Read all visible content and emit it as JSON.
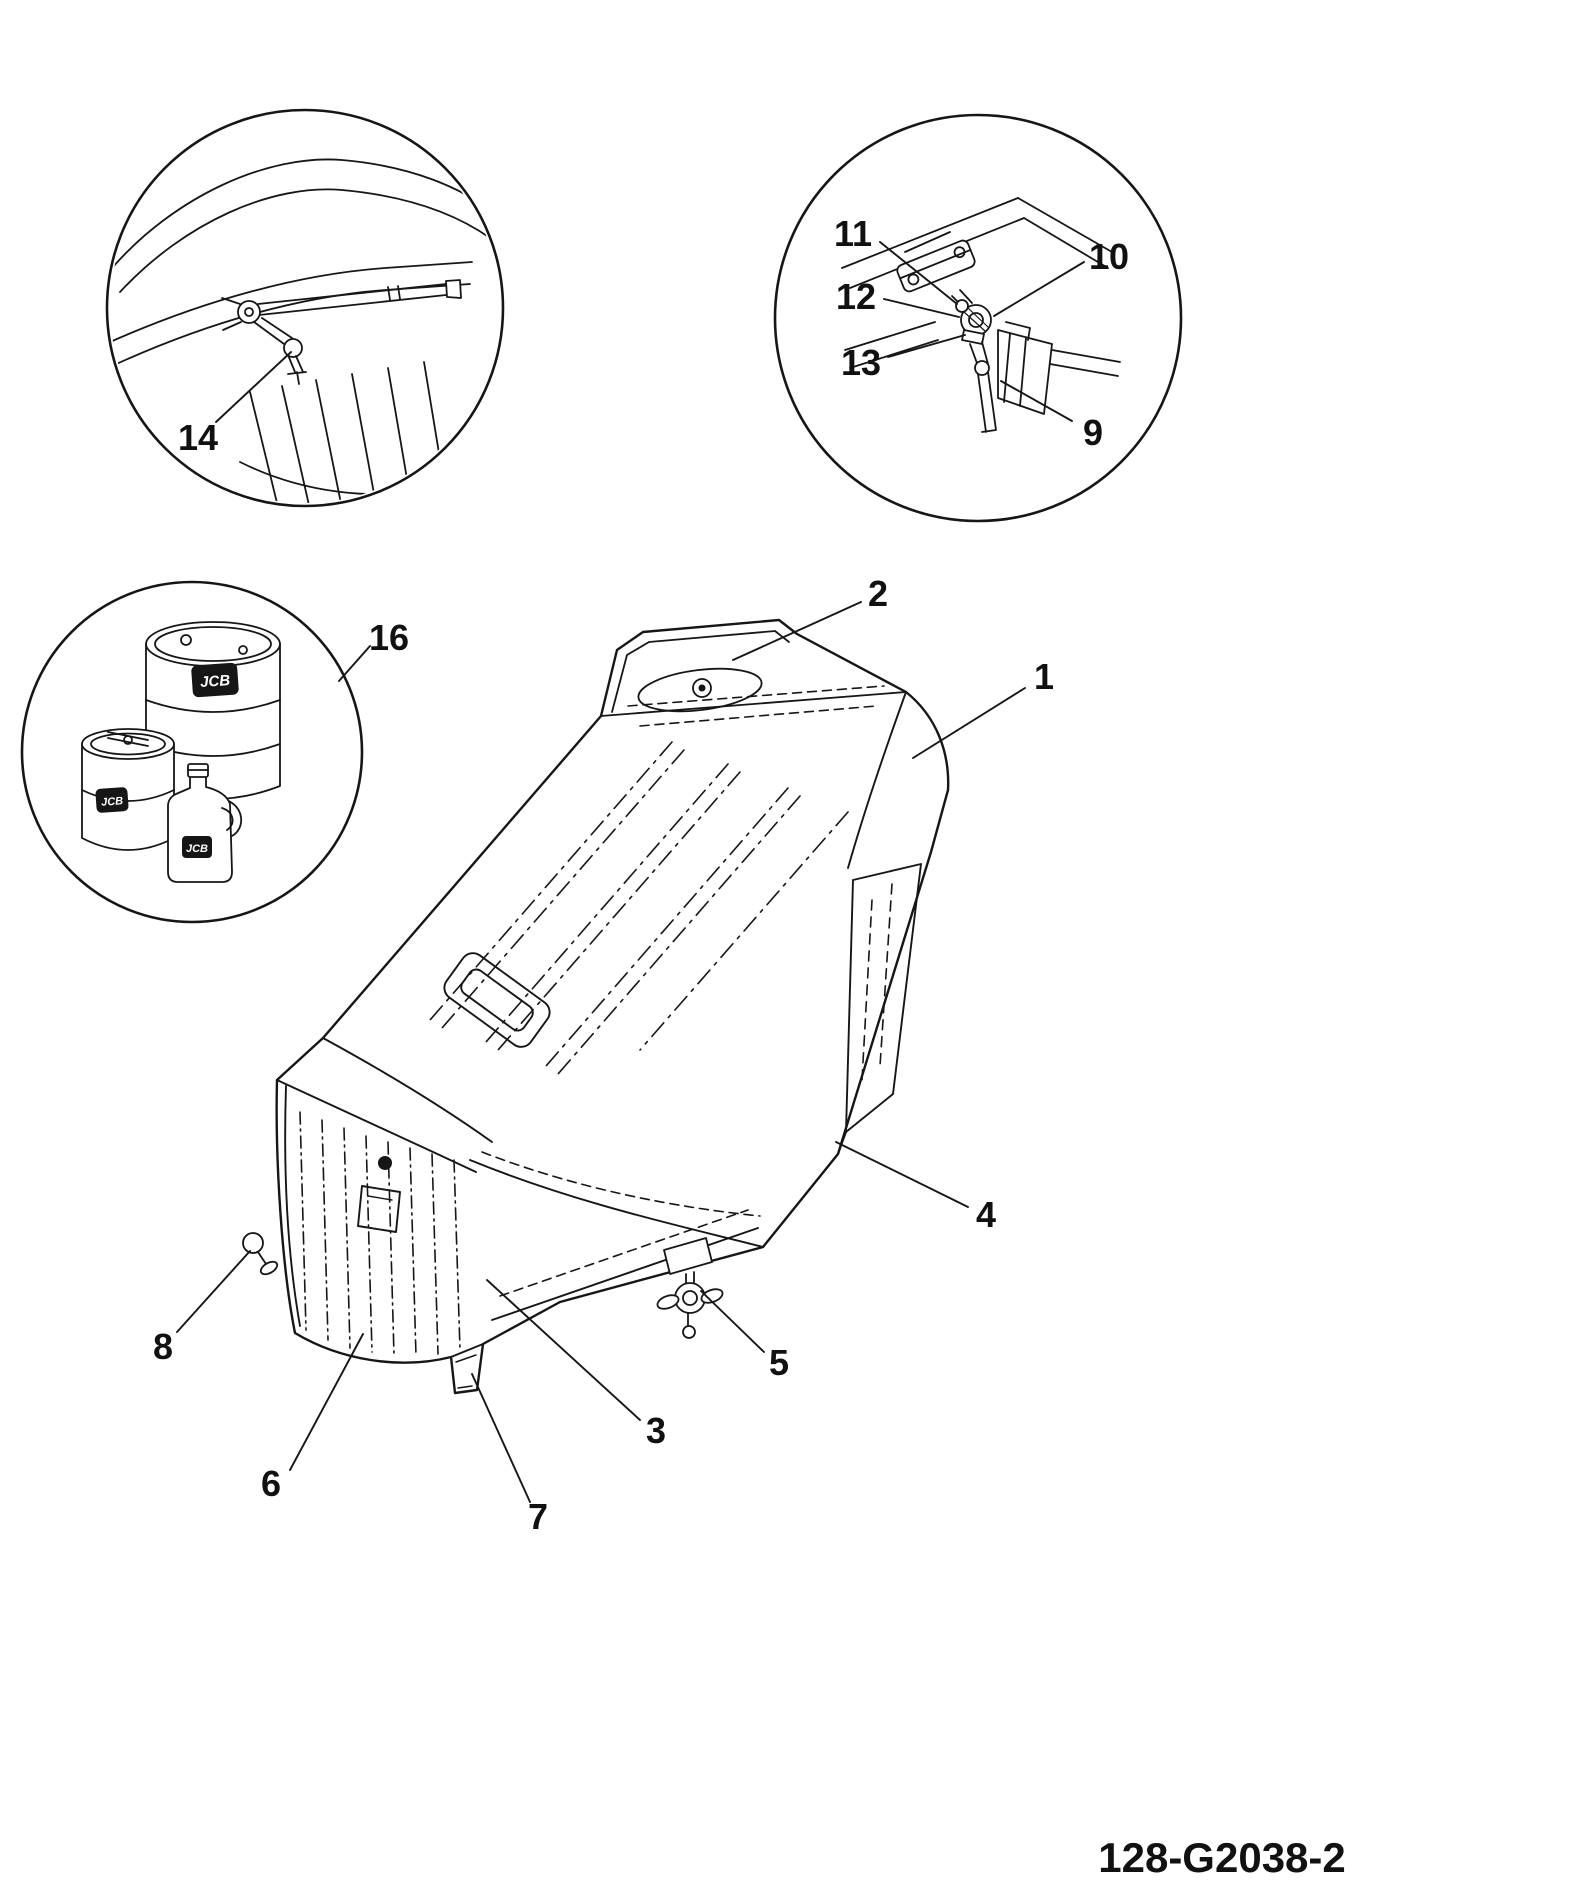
{
  "page": {
    "background": "#ffffff",
    "drawing_number": "128-G2038-2"
  },
  "brand": {
    "name": "JCB"
  },
  "callouts": {
    "c1": {
      "label": "1"
    },
    "c2": {
      "label": "2"
    },
    "c3": {
      "label": "3"
    },
    "c4": {
      "label": "4"
    },
    "c5": {
      "label": "5"
    },
    "c6": {
      "label": "6"
    },
    "c7": {
      "label": "7"
    },
    "c8": {
      "label": "8"
    },
    "c9": {
      "label": "9"
    },
    "c10": {
      "label": "10"
    },
    "c11": {
      "label": "11"
    },
    "c12": {
      "label": "12"
    },
    "c13": {
      "label": "13"
    },
    "c14": {
      "label": "14"
    },
    "c16": {
      "label": "16"
    }
  }
}
